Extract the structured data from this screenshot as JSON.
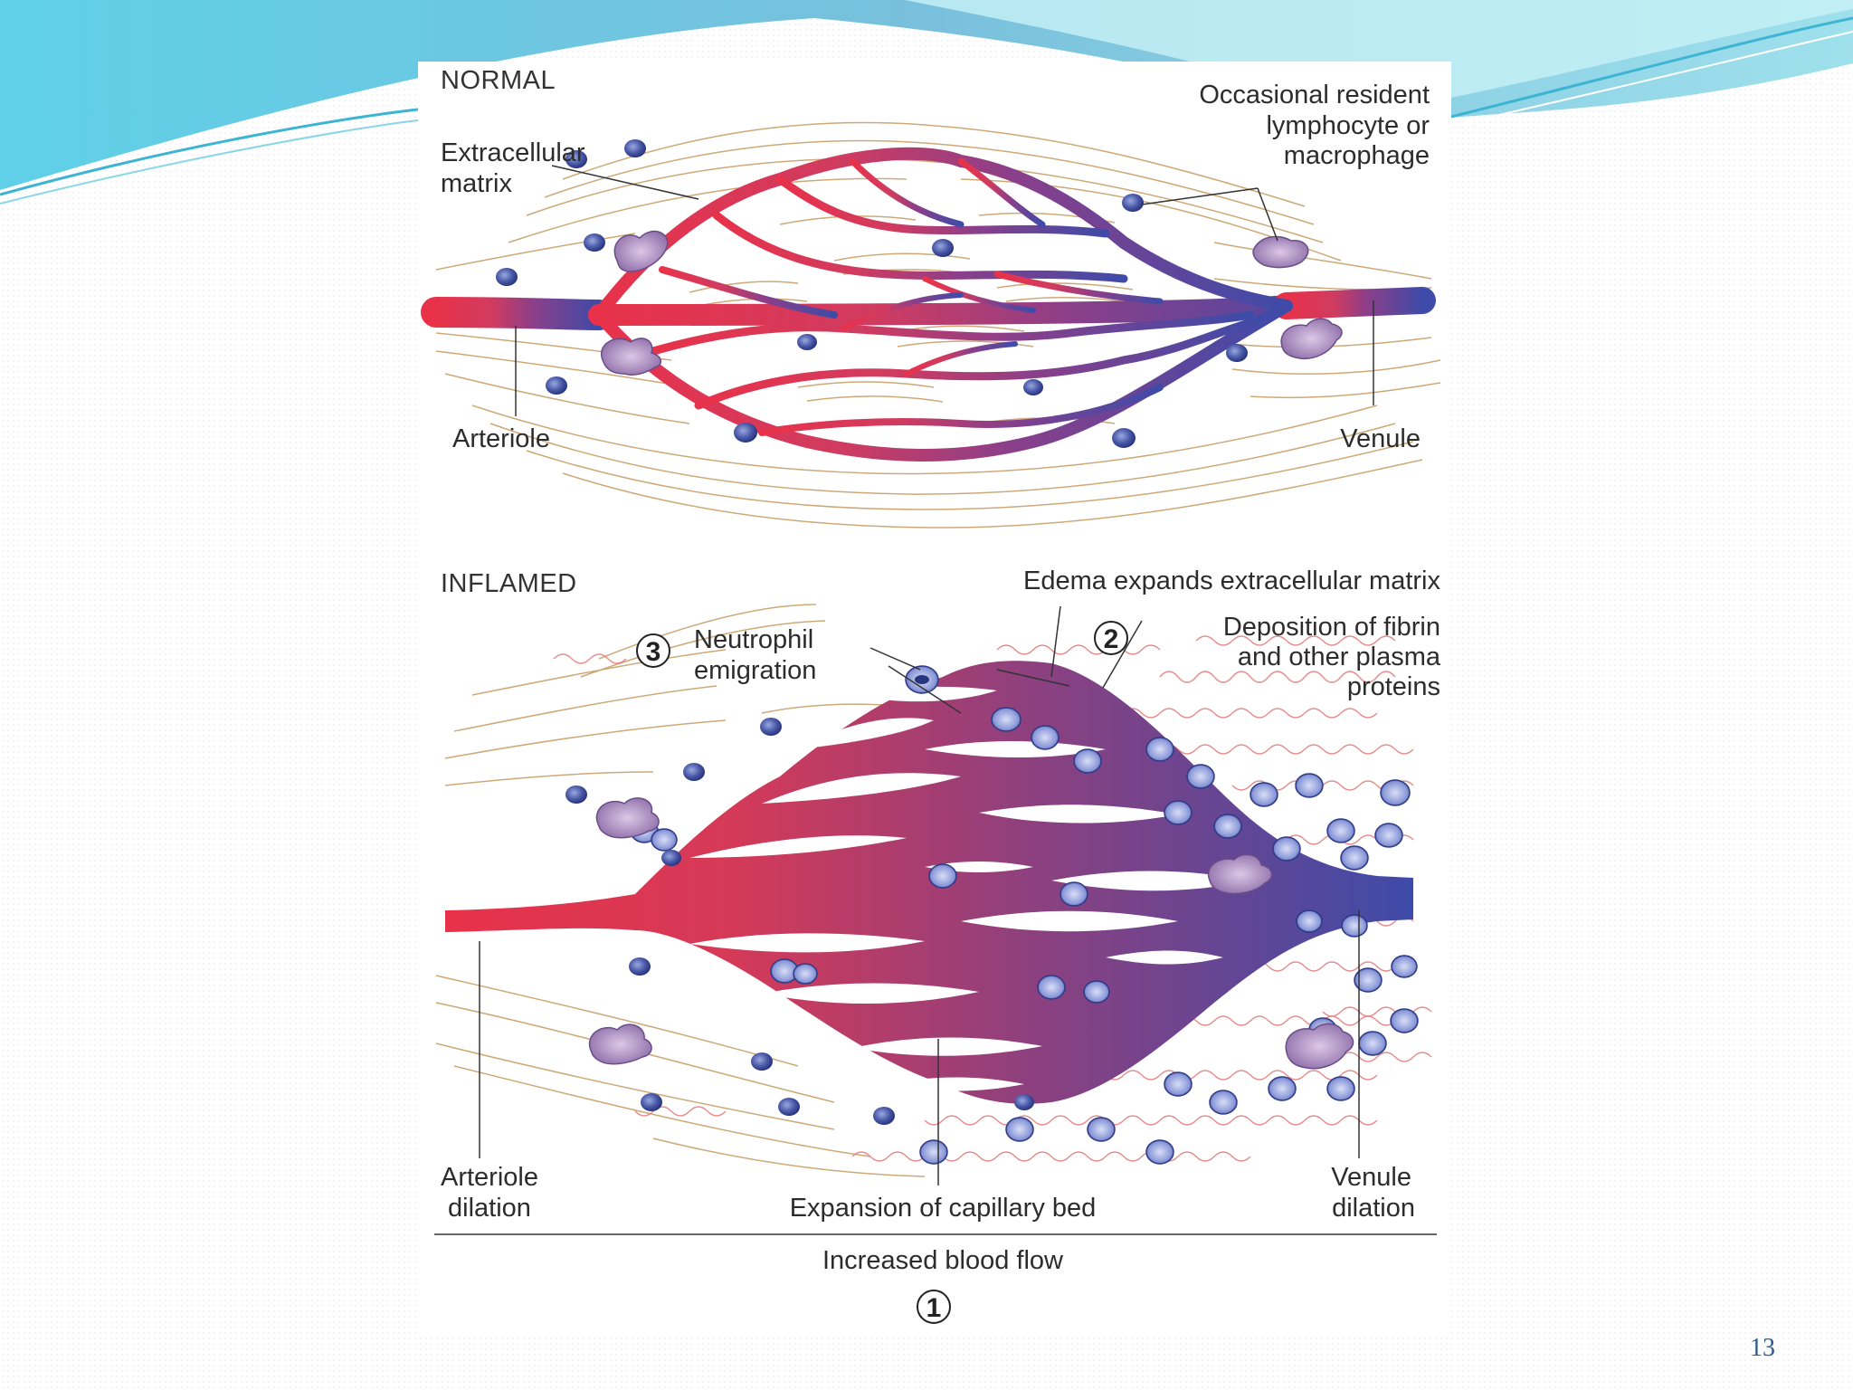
{
  "slide": {
    "number": "13"
  },
  "colors": {
    "arteriole": "#e8324a",
    "venule": "#3e4ba8",
    "cell": "#4a5aa8",
    "matrix": "#c8a06a",
    "fibrin": "#e07070",
    "header": "#7fc9df"
  },
  "normal": {
    "heading": "NORMAL",
    "extracellular_matrix": [
      "Extracellular",
      "matrix"
    ],
    "resident_cells": [
      "Occasional resident",
      "lymphocyte or",
      "macrophage"
    ],
    "arteriole": "Arteriole",
    "venule": "Venule"
  },
  "inflamed": {
    "heading": "INFLAMED",
    "edema": "Edema expands extracellular matrix",
    "neutrophil_number": "3",
    "neutrophil": [
      "Neutrophil",
      "emigration"
    ],
    "deposition_number": "2",
    "deposition": [
      "Deposition of fibrin",
      "and other plasma",
      "proteins"
    ],
    "arteriole": [
      "Arteriole",
      "dilation"
    ],
    "capillary_bed": "Expansion of capillary bed",
    "venule": [
      "Venule",
      "dilation"
    ],
    "blood_flow": "Increased blood flow",
    "blood_flow_number": "1"
  },
  "icons": [
    "lymphocyte-icon",
    "macrophage-icon",
    "neutrophil-icon"
  ]
}
